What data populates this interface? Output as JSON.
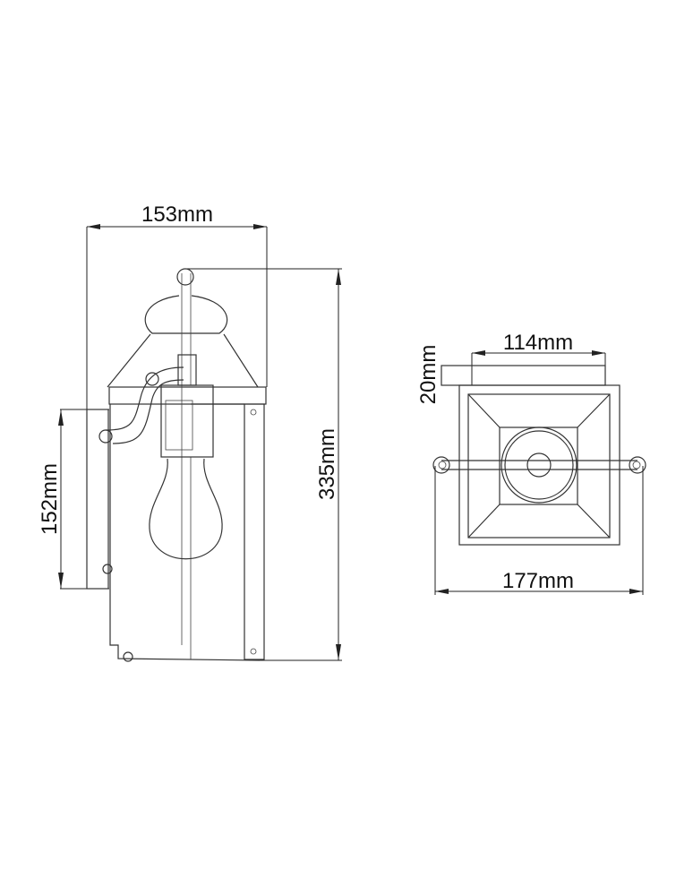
{
  "side_view": {
    "width_label": "153mm",
    "height_label": "335mm",
    "backplate_label": "152mm"
  },
  "top_view": {
    "backplate_width_label": "114mm",
    "backplate_depth_label": "20mm",
    "overall_width_label": "177mm"
  }
}
